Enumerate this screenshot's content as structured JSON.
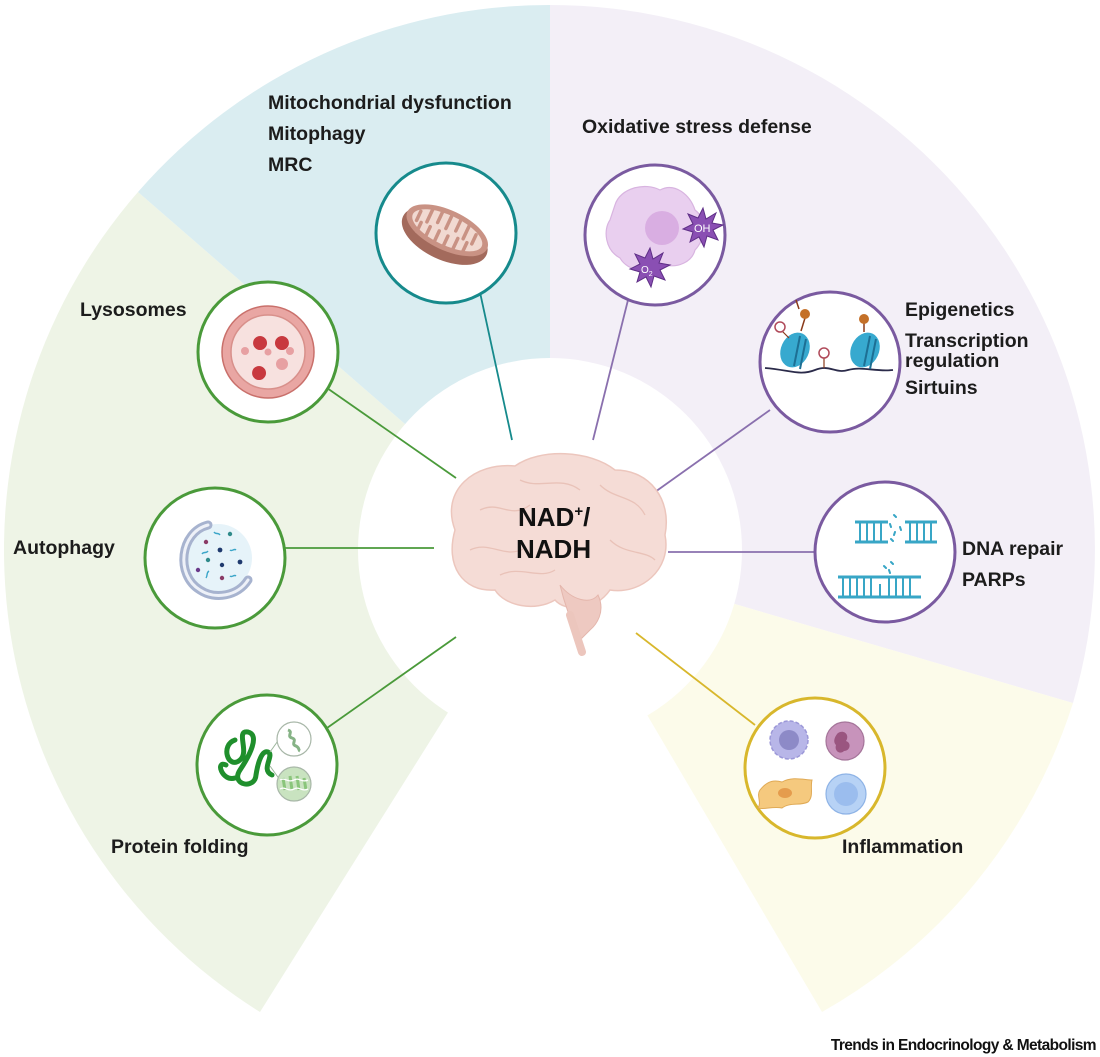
{
  "figure": {
    "center": {
      "line1": "NAD",
      "superscript": "+",
      "line1_suffix": "/",
      "line2": "NADH",
      "icon": "brain-icon"
    },
    "sectors": [
      {
        "id": "proteostasis",
        "color": "#eef4e6",
        "stroke": "#4a9a3a"
      },
      {
        "id": "mitochondria",
        "color": "#daedf1",
        "stroke": "#168a8c"
      },
      {
        "id": "genome",
        "color": "#f3eff7",
        "stroke": "#7a5aa0"
      },
      {
        "id": "immunity",
        "color": "#fcfbea",
        "stroke": "#d8b72c"
      }
    ],
    "nodes": [
      {
        "id": "mito",
        "icon": "mitochondrion-icon",
        "labels": [
          "Mitochondrial dysfunction",
          "Mitophagy",
          "MRC"
        ],
        "color": "#168a8c"
      },
      {
        "id": "oxidative",
        "icon": "ros-cell-icon",
        "labels": [
          "Oxidative stress defense"
        ],
        "color": "#7a5aa0",
        "badges": [
          "OH",
          "O2"
        ]
      },
      {
        "id": "epigenetics",
        "icon": "nucleosome-icon",
        "labels": [
          "Epigenetics",
          "Transcription",
          "regulation",
          "Sirtuins"
        ],
        "color": "#7a5aa0"
      },
      {
        "id": "dna",
        "icon": "dna-repair-icon",
        "labels": [
          "DNA repair",
          "PARPs"
        ],
        "color": "#7a5aa0"
      },
      {
        "id": "inflammation",
        "icon": "immune-cells-icon",
        "labels": [
          "Inflammation"
        ],
        "color": "#d8b72c"
      },
      {
        "id": "lysosomes",
        "icon": "lysosome-icon",
        "labels": [
          "Lysosomes"
        ],
        "color": "#4a9a3a"
      },
      {
        "id": "autophagy",
        "icon": "autophagosome-icon",
        "labels": [
          "Autophagy"
        ],
        "color": "#4a9a3a"
      },
      {
        "id": "protein",
        "icon": "protein-folding-icon",
        "labels": [
          "Protein folding"
        ],
        "color": "#4a9a3a"
      }
    ],
    "credit": "Trends in Endocrinology & Metabolism"
  }
}
